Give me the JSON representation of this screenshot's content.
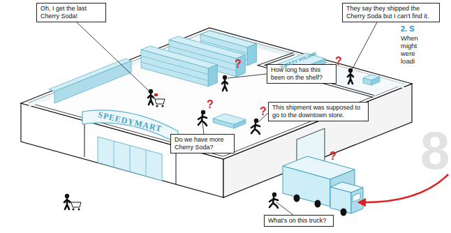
{
  "diagram": {
    "nodes": [
      {
        "text": [
          "Oh, I get the last Cherry Soda!"
        ]
      },
      {
        "text": [
          "They say they shipped the Cherry Soda but I can't find it."
        ]
      },
      {
        "text": [
          "How long has this been on the shelf?"
        ]
      },
      {
        "text": [
          "This shipment was supposed to go to the downtown store."
        ]
      },
      {
        "text": [
          "Do we have more Cherry Soda?"
        ]
      },
      {
        "text": [
          "What's on this truck?"
        ]
      }
    ],
    "labels": [
      "2. S",
      "When",
      "might",
      "were",
      "loadi",
      "SAFETY VOLUME",
      "?",
      "?",
      "?",
      "?",
      "?",
      "SPEEDYMART",
      "8"
    ]
  }
}
